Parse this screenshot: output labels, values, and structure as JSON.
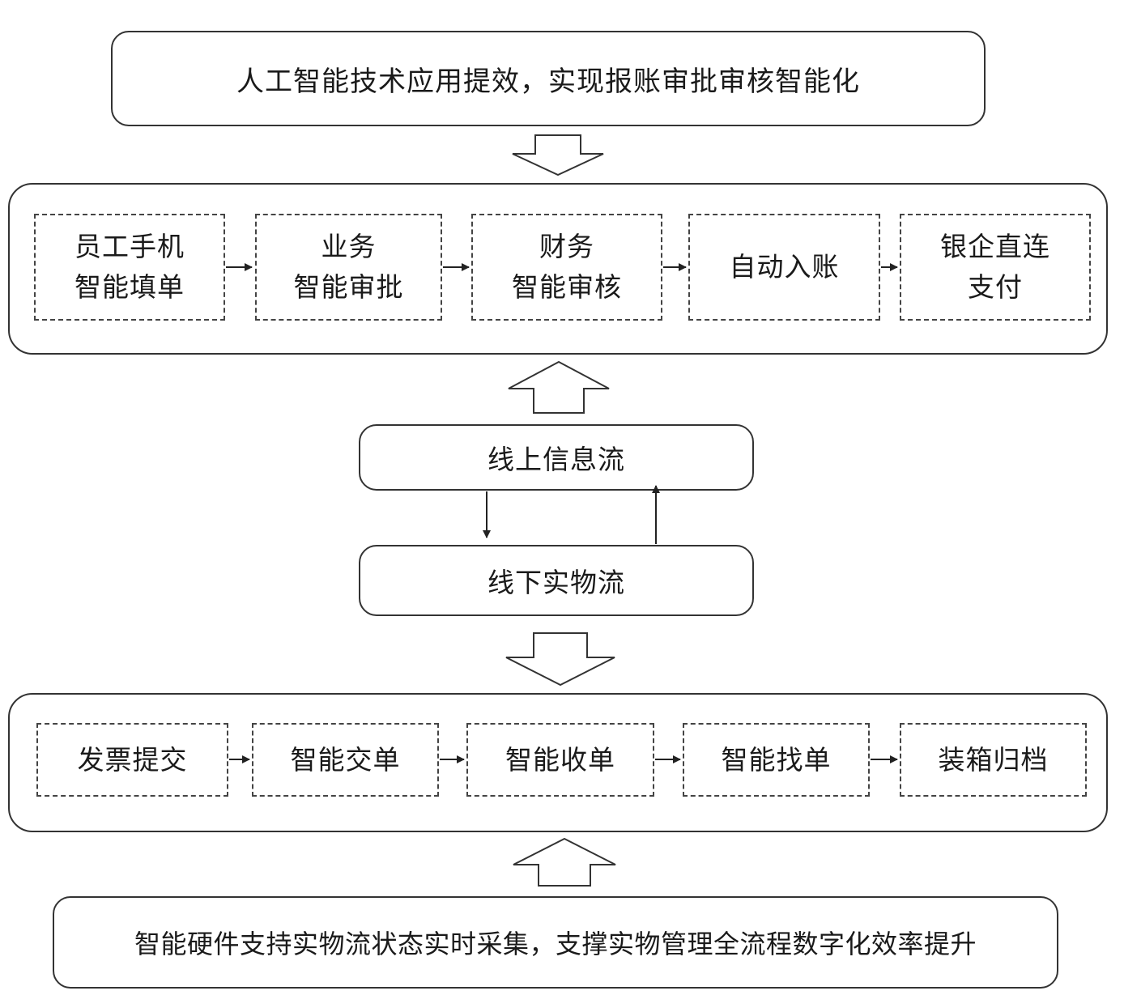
{
  "top_box": {
    "text": "人工智能技术应用提效，实现报账审批审核智能化"
  },
  "online_process": {
    "steps": [
      {
        "text": "员工手机\n智能填单"
      },
      {
        "text": "业务\n智能审批"
      },
      {
        "text": "财务\n智能审核"
      },
      {
        "text": "自动入账"
      },
      {
        "text": "银企直连\n支付"
      }
    ]
  },
  "info_flow": {
    "text": "线上信息流"
  },
  "physical_flow": {
    "text": "线下实物流"
  },
  "offline_process": {
    "steps": [
      {
        "text": "发票提交"
      },
      {
        "text": "智能交单"
      },
      {
        "text": "智能收单"
      },
      {
        "text": "智能找单"
      },
      {
        "text": "装箱归档"
      }
    ]
  },
  "bottom_box": {
    "text": "智能硬件支持实物流状态实时采集，支撑实物管理全流程数字化效率提升"
  }
}
